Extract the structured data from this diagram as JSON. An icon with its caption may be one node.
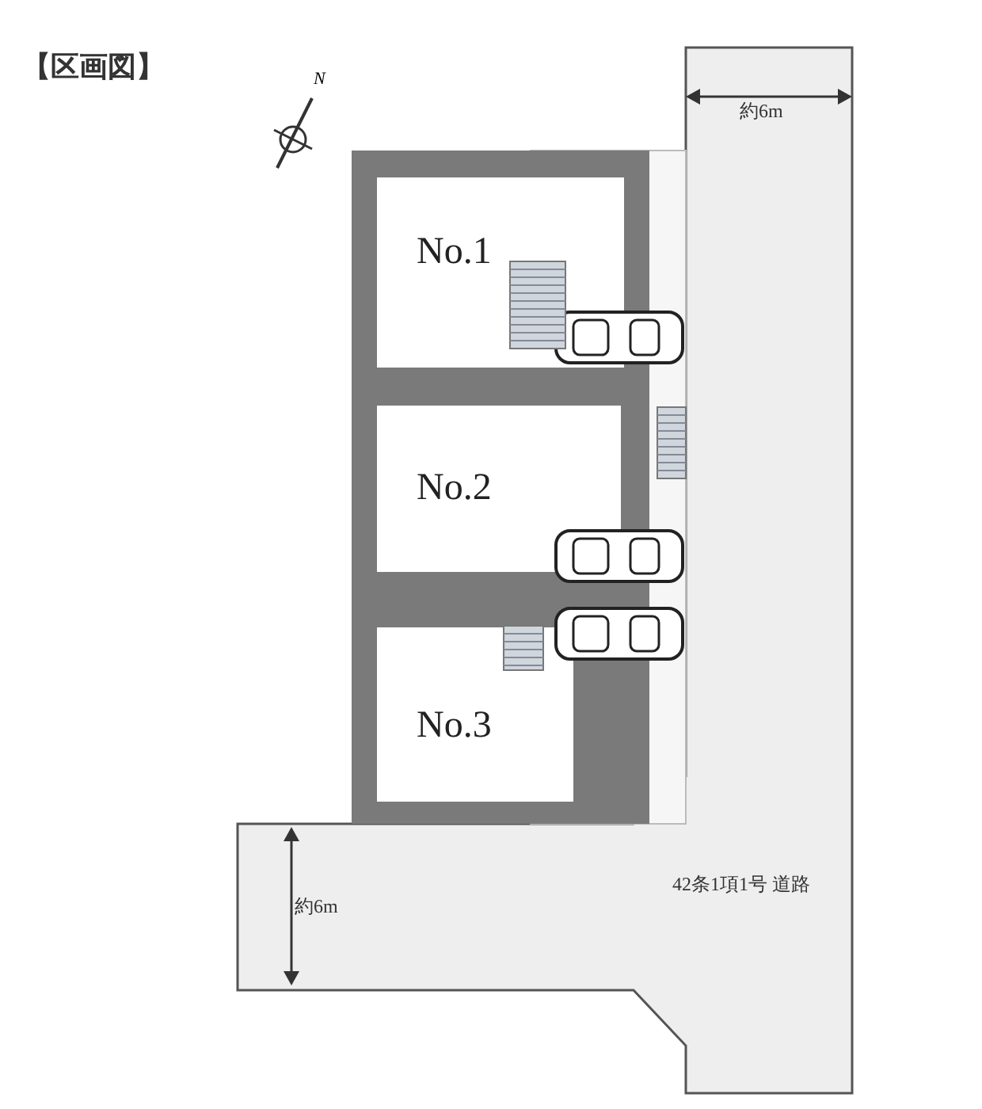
{
  "diagram": {
    "title": "【区画図】",
    "nodes": [
      {
        "text": [
          "No.1"
        ]
      },
      {
        "text": [
          "No.2"
        ]
      },
      {
        "text": [
          "No.3"
        ]
      },
      {
        "text": [
          "42条1項1号 道路"
        ]
      }
    ],
    "labels": [
      "N",
      "約6m",
      "約6m"
    ]
  }
}
